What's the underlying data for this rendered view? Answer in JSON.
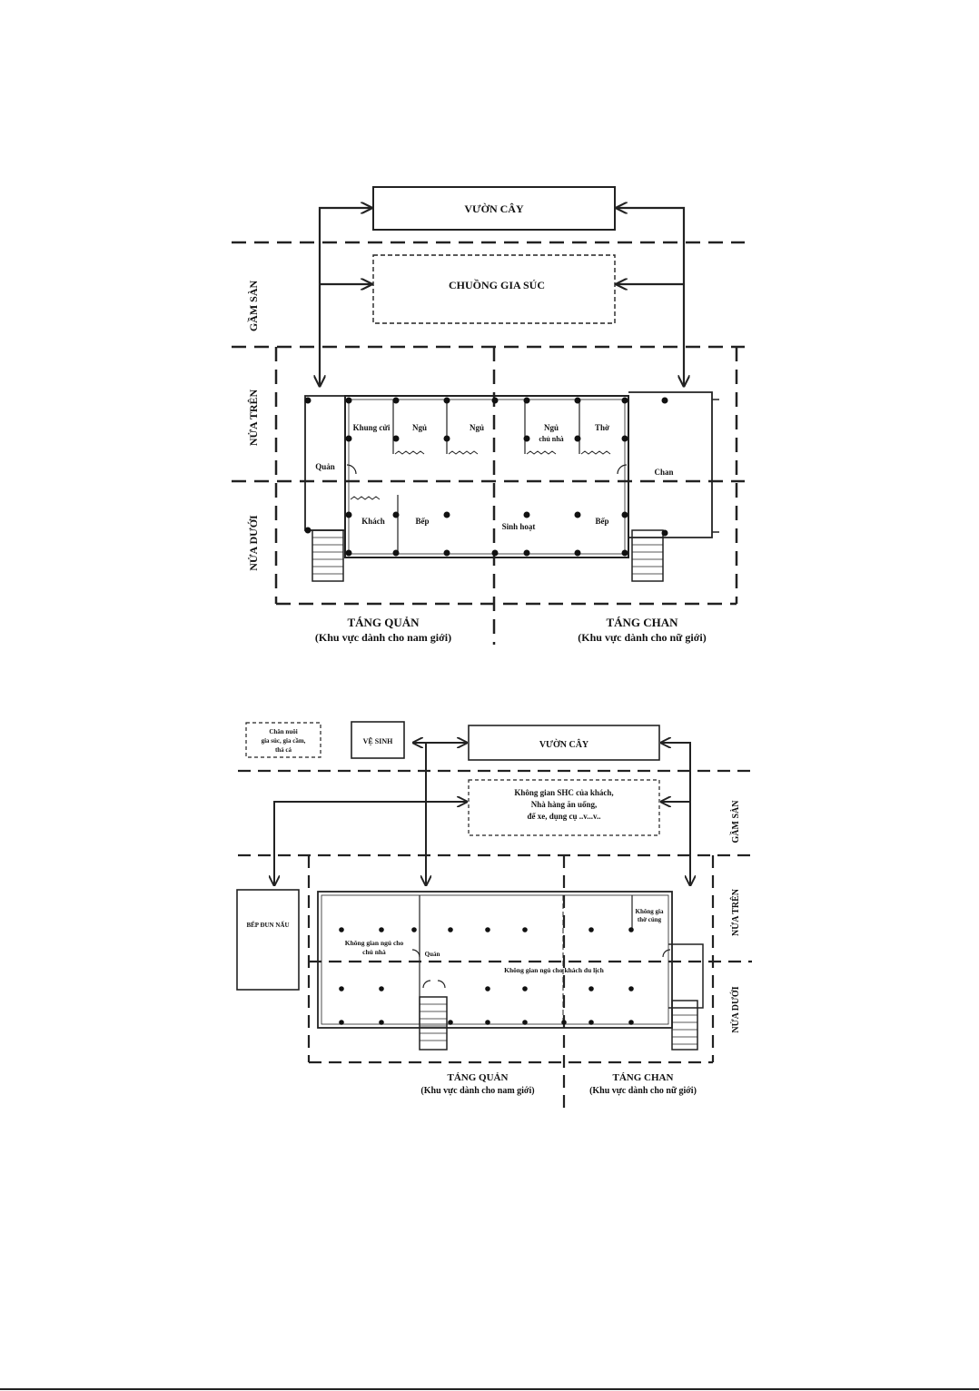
{
  "diagram1": {
    "garden": "VƯỜN CÂY",
    "livestock": "CHUỒNG GIA SÚC",
    "side_top": "GẦM SÀN",
    "side_mid": "NỬA TRÊN",
    "side_bot": "NỬA DƯỚI",
    "rooms": {
      "khung_cui": "Khung cửi",
      "ngu1": "Ngủ",
      "ngu2": "Ngủ",
      "ngu_chu_nha_1": "Ngủ",
      "ngu_chu_nha_2": "chủ nhà",
      "tho": "Thờ",
      "quan": "Quản",
      "chan": "Chan",
      "khach": "Khách",
      "bep1": "Bếp",
      "sinh_hoat": "Sinh hoạt",
      "bep2": "Bếp"
    },
    "zone_left_title": "TÁNG QUẢN",
    "zone_left_sub": "(Khu vực dành cho nam giới)",
    "zone_right_title": "TÁNG CHAN",
    "zone_right_sub": "(Khu vực dành cho nữ giới)"
  },
  "diagram2": {
    "livestock_1": "Chăn nuôi",
    "livestock_2": "gia súc, gia cầm,",
    "livestock_3": "thả cá",
    "wc": "VỆ SINH",
    "garden": "VƯỜN CÂY",
    "guest_1": "Không gian SHC của khách,",
    "guest_2": "Nhà hàng ăn uống,",
    "guest_3": "để xe, dụng cụ ..v...v..",
    "kitchen": "BẾP ĐUN NẤU",
    "side_top": "GẦM SÀN",
    "side_mid": "NỬA TRÊN",
    "side_bot": "NỬA DƯỚI",
    "owner_1": "Không gian ngủ cho",
    "owner_2": "chủ nhà",
    "quan": "Quản",
    "worship_1": "Không gia",
    "worship_2": "thờ cúng",
    "tourist": "Không gian ngủ cho khách du lịch",
    "zone_left_title": "TÁNG QUẢN",
    "zone_left_sub": "(Khu vực dành cho nam giới)",
    "zone_right_title": "TÁNG CHAN",
    "zone_right_sub": "(Khu vực dành cho nữ giới)"
  }
}
